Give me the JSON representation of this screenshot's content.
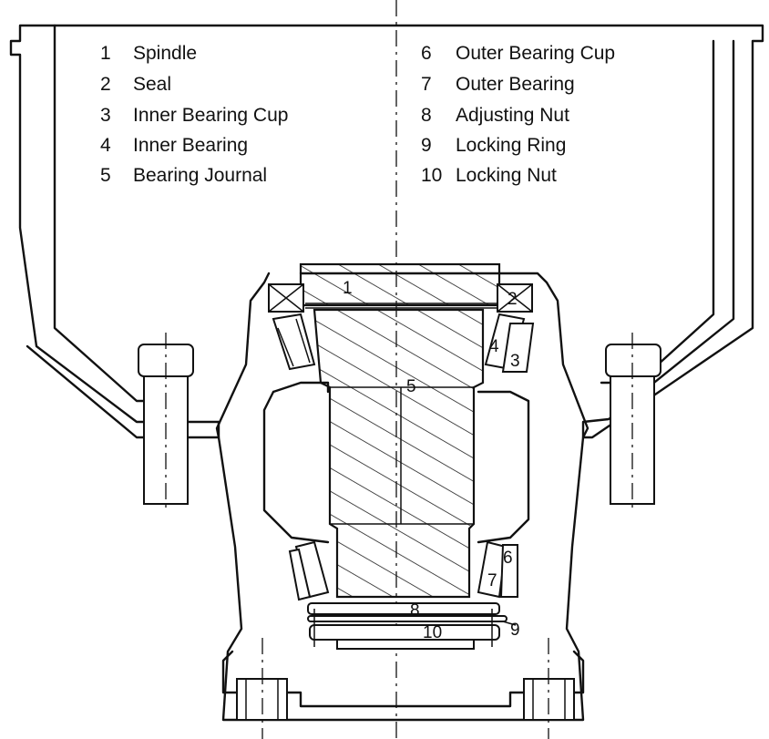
{
  "legend": {
    "left": [
      {
        "num": "1",
        "label": "Spindle"
      },
      {
        "num": "2",
        "label": "Seal"
      },
      {
        "num": "3",
        "label": "Inner Bearing Cup"
      },
      {
        "num": "4",
        "label": "Inner Bearing"
      },
      {
        "num": "5",
        "label": "Bearing Journal"
      }
    ],
    "right": [
      {
        "num": "6",
        "label": "Outer Bearing Cup"
      },
      {
        "num": "7",
        "label": "Outer Bearing"
      },
      {
        "num": "8",
        "label": "Adjusting Nut"
      },
      {
        "num": "9",
        "label": "Locking Ring"
      },
      {
        "num": "10",
        "label": "Locking Nut"
      }
    ]
  },
  "callouts": {
    "c1": "1",
    "c2": "2",
    "c3": "3",
    "c4": "4",
    "c5": "5",
    "c6": "6",
    "c7": "7",
    "c8": "8",
    "c9": "9",
    "c10": "10"
  },
  "colors": {
    "line": "#111111",
    "background": "#ffffff"
  }
}
